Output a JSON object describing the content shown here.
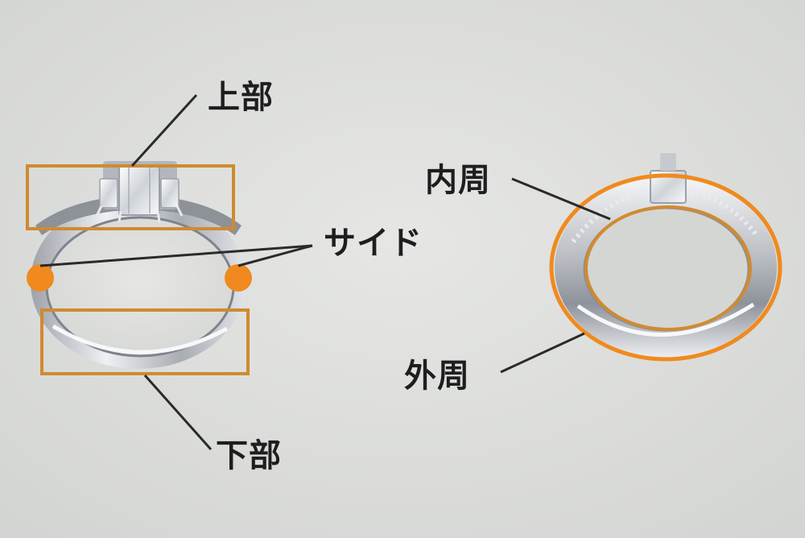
{
  "labels": {
    "top": "上部",
    "side": "サイド",
    "bottom": "下部",
    "inner": "内周",
    "outer": "外周"
  },
  "colors": {
    "background": "#dcdedc",
    "highlight": "#f08a1e",
    "box_outline": "#d08a30",
    "leader_line": "#2a2a2a",
    "label_text": "#1e1e1e",
    "ring_metal": "#c9cbcf"
  }
}
